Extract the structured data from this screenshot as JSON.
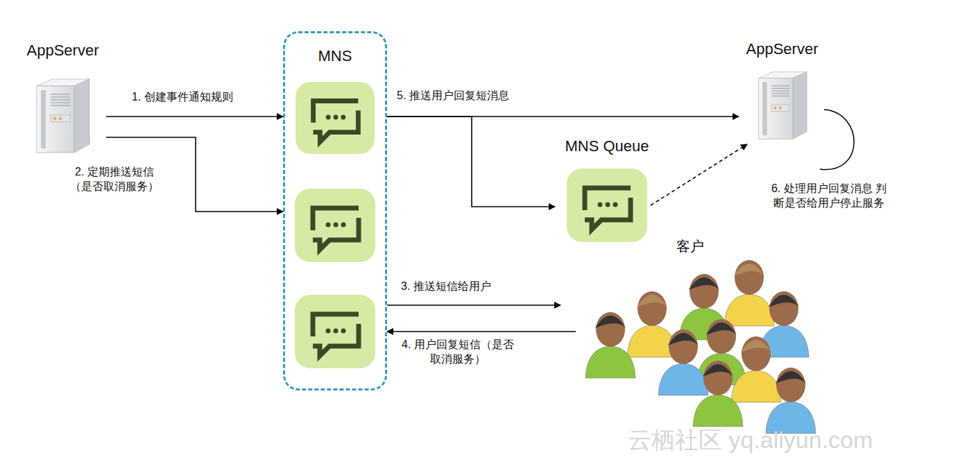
{
  "diagram": {
    "nodes": [
      {
        "text": [
          "AppServer"
        ]
      },
      {
        "text": [
          "MNS"
        ]
      },
      {
        "text": [
          "AppServer"
        ]
      },
      {
        "text": [
          "MNS Queue"
        ]
      },
      {
        "text": [
          "客户"
        ]
      }
    ],
    "edges": [
      {
        "from": 0,
        "to": 1,
        "label": "1. 创建事件通知规则",
        "arrow": "to"
      },
      {
        "from": 0,
        "to": 1,
        "label": "2. 定期推送短信（是否取消服务）",
        "arrow": "to"
      },
      {
        "from": 1,
        "to": 4,
        "label": "3. 推送短信给用户",
        "arrow": "to"
      },
      {
        "from": 4,
        "to": 1,
        "label": "4. 用户回复短信（是否取消服务）",
        "arrow": "to"
      },
      {
        "from": 1,
        "to": 2,
        "label": "5. 推送用户回复短消息",
        "arrow": "to"
      },
      {
        "from": 1,
        "to": 3,
        "arrow": "to"
      },
      {
        "from": 3,
        "to": 2,
        "arrow": "to"
      }
    ],
    "labels": [
      "6. 处理用户回复消息 判断是否给用户停止服务",
      "云栖社区 yq.aliyun.com"
    ]
  }
}
